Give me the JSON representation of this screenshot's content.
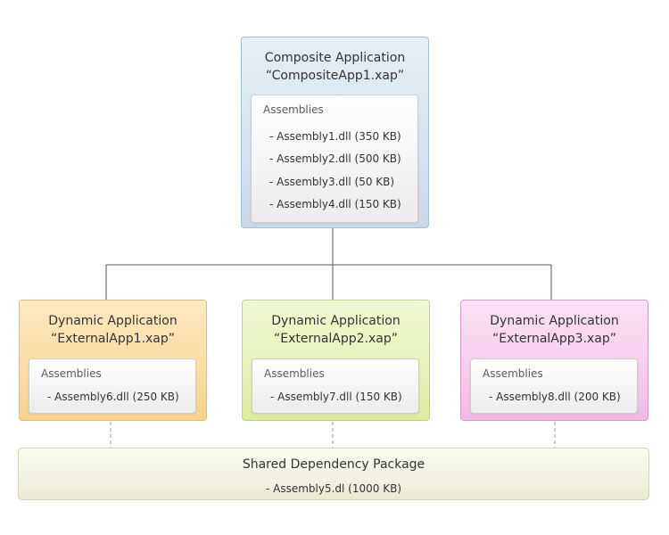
{
  "composite": {
    "title_line1": "Composite Application",
    "title_line2": "“CompositeApp1.xap”",
    "assemblies_heading": "Assemblies",
    "assemblies": [
      "- Assembly1.dll (350 KB)",
      "- Assembly2.dll (500 KB)",
      "- Assembly3.dll (50 KB)",
      "- Assembly4.dll (150 KB)"
    ]
  },
  "dynamic_apps": [
    {
      "title_line1": "Dynamic Application",
      "title_line2": "“ExternalApp1.xap”",
      "assemblies_heading": "Assemblies",
      "assemblies": [
        "- Assembly6.dll (250 KB)"
      ]
    },
    {
      "title_line1": "Dynamic Application",
      "title_line2": "“ExternalApp2.xap”",
      "assemblies_heading": "Assemblies",
      "assemblies": [
        "- Assembly7.dll (150 KB)"
      ]
    },
    {
      "title_line1": "Dynamic Application",
      "title_line2": "“ExternalApp3.xap”",
      "assemblies_heading": "Assemblies",
      "assemblies": [
        "- Assembly8.dll (200 KB)"
      ]
    }
  ],
  "shared_package": {
    "title": "Shared Dependency Package",
    "assemblies": [
      "- Assembly5.dl (1000 KB)"
    ]
  },
  "colors": {
    "composite_fill": "#d6e3ef",
    "app1_fill": "#fbdca2",
    "app2_fill": "#e5f2b6",
    "app3_fill": "#f6ccec",
    "shared_fill": "#f2f2e0",
    "connector": "#555555",
    "dashed_connector": "#9a9a9a"
  }
}
